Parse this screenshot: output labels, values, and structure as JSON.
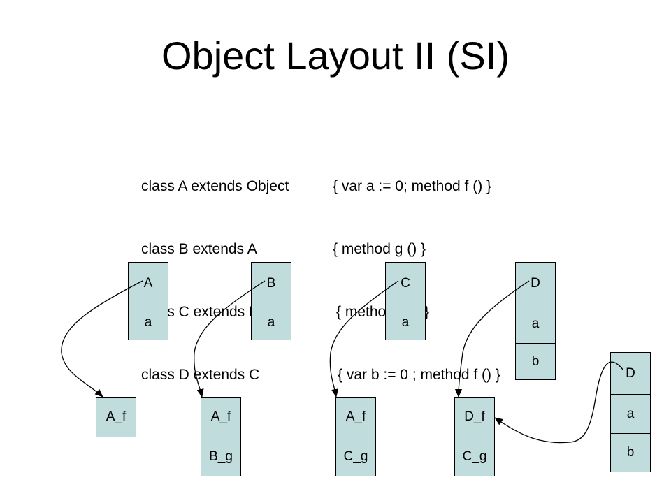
{
  "title": "Object Layout II (SI)",
  "code": [
    {
      "cls": "class A extends Object",
      "body": "{ var a := 0; method f () }"
    },
    {
      "cls": "class B extends A",
      "body": "{ method g () }"
    },
    {
      "cls": "class C extends B",
      "body": "{ method g () }"
    },
    {
      "cls": "class D extends C",
      "body": "{ var b := 0 ; method f () }"
    }
  ],
  "objects": {
    "A": [
      "A",
      "a"
    ],
    "B": [
      "B",
      "a"
    ],
    "C": [
      "C",
      "a"
    ],
    "D": [
      "D",
      "a",
      "b"
    ],
    "D2": [
      "D",
      "a",
      "b"
    ]
  },
  "dispatch_tables": {
    "A": [
      "A_f"
    ],
    "B": [
      "A_f",
      "B_g"
    ],
    "C": [
      "A_f",
      "C_g"
    ],
    "D": [
      "D_f",
      "C_g"
    ]
  },
  "colors": {
    "cell_fill": "#c0dcdc",
    "border": "#000000"
  }
}
